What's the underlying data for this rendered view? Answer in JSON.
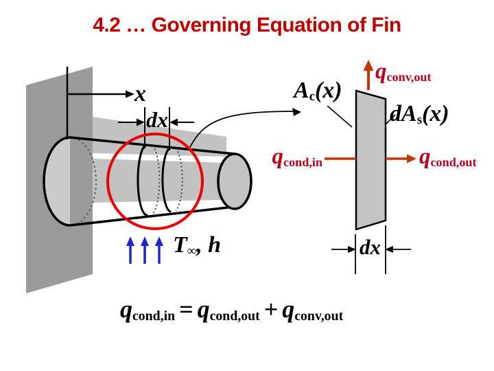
{
  "slide_title": "4.2 … Governing Equation of Fin",
  "colors": {
    "title_red": "#c00000",
    "heat_label_red": "#b8001f",
    "heat_arrow_red": "#c13405",
    "highlight_circle_red": "#e80202",
    "convection_arrow_blue": "#2222cc",
    "wall_gray": "#9b9b9b",
    "fin_body_gray": "#c2c2c2"
  },
  "fin_diagram": {
    "x_axis_label": "x",
    "dx_label": "dx",
    "ambient_label": {
      "base": "T",
      "sub": "∞",
      "rest": ", h"
    }
  },
  "element_diagram": {
    "cross_section_label": {
      "base": "A",
      "sub": "c",
      "rest": "(x)"
    },
    "surface_area_label": {
      "base": "dA",
      "sub": "s",
      "rest": "(x)"
    },
    "q_conv_out": {
      "base": "q",
      "sub": "conv,out"
    },
    "q_cond_in": {
      "base": "q",
      "sub": "cond,in"
    },
    "q_cond_out": {
      "base": "q",
      "sub": "cond,out"
    },
    "dx_label": "dx"
  },
  "equation": {
    "lhs": {
      "base": "q",
      "sub": "cond,in"
    },
    "equals": "=",
    "rhs1": {
      "base": "q",
      "sub": "cond,out"
    },
    "plus": "+",
    "rhs2": {
      "base": "q",
      "sub": "conv,out"
    }
  }
}
